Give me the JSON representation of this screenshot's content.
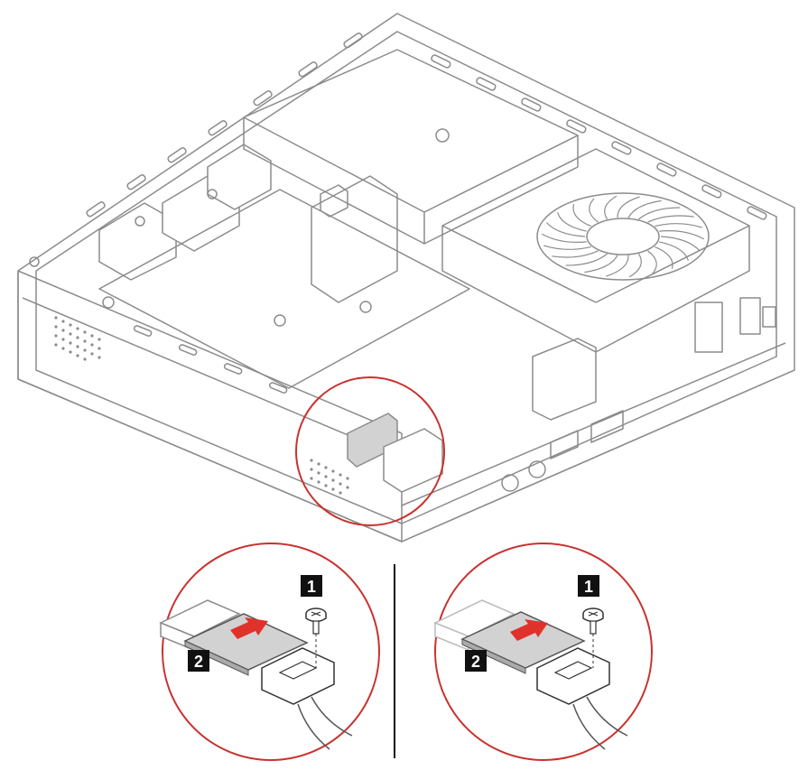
{
  "figure": {
    "left_callout": {
      "step_1": "1",
      "step_2": "2"
    },
    "right_callout": {
      "step_1": "1",
      "step_2": "2"
    }
  },
  "colors": {
    "outline": "#8c8c8c",
    "shade": "#d2d2d2",
    "callout_ring": "#c8322e",
    "arrow": "#e0322a",
    "badge": "#111111",
    "badge_text": "#ffffff"
  }
}
